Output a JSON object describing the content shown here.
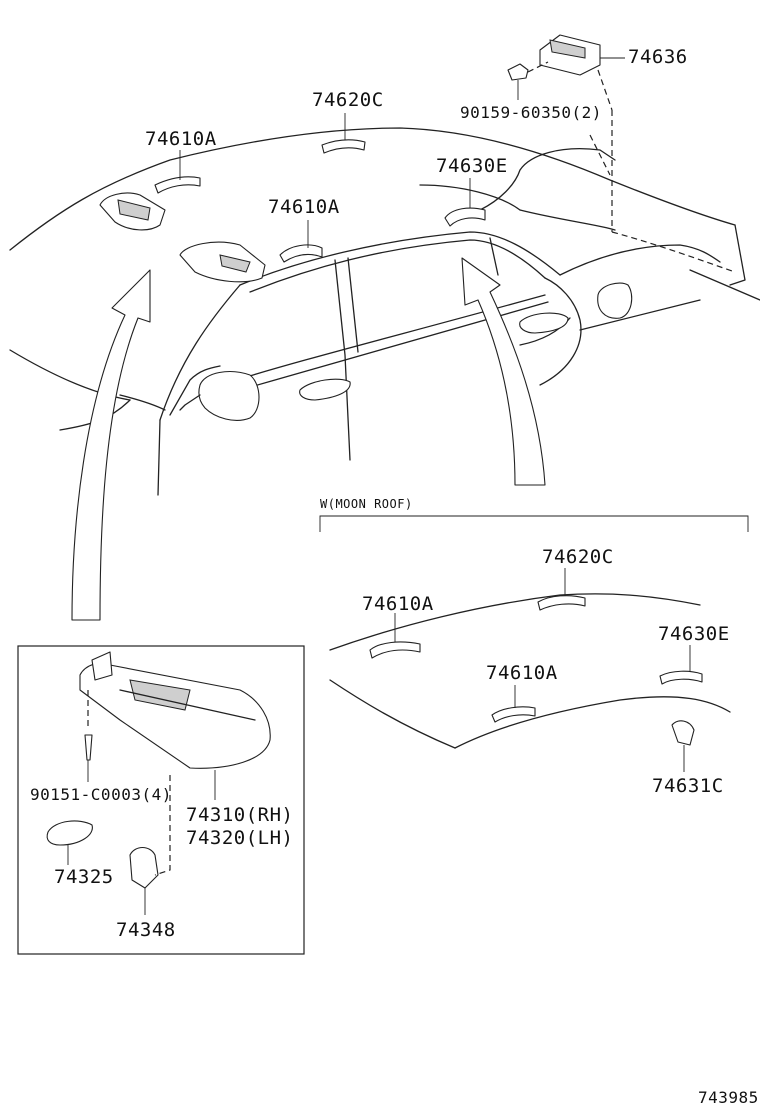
{
  "diagram_id": "743985",
  "section_moon_roof": "W(MOON ROOF)",
  "parts": {
    "p74636": "74636",
    "p90159": "90159-60350(2)",
    "p74620c_top": "74620C",
    "p74610a_top_left": "74610A",
    "p74630e_top": "74630E",
    "p74610a_top_mid": "74610A",
    "p74620c_moon": "74620C",
    "p74610a_moon_left": "74610A",
    "p74630e_moon": "74630E",
    "p74610a_moon_mid": "74610A",
    "p74631c": "74631C",
    "p90151": "90151-C0003(4)",
    "p74310": "74310(RH)",
    "p74320": "74320(LH)",
    "p74325": "74325",
    "p74348": "74348"
  }
}
